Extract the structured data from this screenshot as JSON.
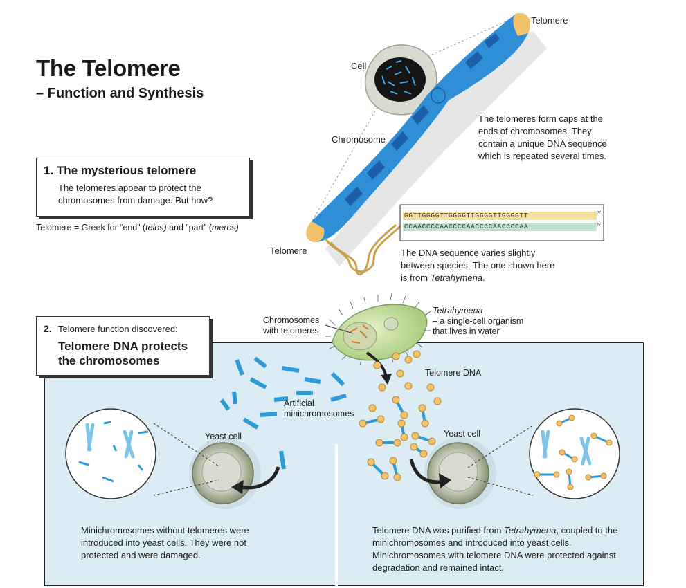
{
  "header": {
    "title": "The Telomere",
    "subtitle": "– Function and Synthesis"
  },
  "section1": {
    "number": "1.",
    "heading": "The mysterious telomere",
    "body": "The telomeres appear to protect the chromosomes from damage. But how?",
    "greek_prefix": "Telomere = Greek for “end” (",
    "greek_telos": "telos)",
    "greek_mid": " and “part” (",
    "greek_meros": "meros)"
  },
  "labels": {
    "cell": "Cell",
    "chromosome": "Chromosome",
    "telomere_top": "Telomere",
    "telomere_bottom": "Telomere",
    "caps_text": "The telomeres form caps at the ends of chromosomes. They contain a unique DNA sequence which is repeated several times.",
    "dna_varies": "The DNA sequence varies slightly between species. The one shown here is from ",
    "dna_species": "Tetrahymena",
    "dna_period": "."
  },
  "dna": {
    "top_strand": "GGTTGGGGTTGGGGTTGGGGTTGGGGTT",
    "bottom_strand": "CCAACCCCAACCCCAACCCCAACCCCAA",
    "top_end": "3'",
    "bottom_end": "5'"
  },
  "section2": {
    "number": "2.",
    "subheading": "Telomere function discovered:",
    "heading_line1": "Telomere DNA protects",
    "heading_line2": "the chromosomes",
    "chromosomes_with_telomeres": "Chromosomes with telomeres",
    "organism_name": "Tetrahymena",
    "organism_desc": "– a single-cell organism that lives in water",
    "telomere_dna": "Telomere DNA",
    "artificial": "Artificial minichromosomes",
    "yeast_left": "Yeast cell",
    "yeast_right": "Yeast cell",
    "caption_left": "Minichromosomes without telomeres were introduced into yeast cells. They were not protected and were damaged.",
    "caption_right_prefix": "Telomere DNA was purified from ",
    "caption_right_species": "Tetrahymena",
    "caption_right_suffix": ", coupled to the minichromosomes and introduced into yeast cells. Minichromosomes with telomere DNA were protected against degradation and remained intact."
  },
  "colors": {
    "chromosome_blue": "#2e8fd6",
    "chromosome_dark": "#1c5fa8",
    "telomere_cap": "#f2c26b",
    "panel_bg": "#dcecf4",
    "dna_top": "#f5dfa0",
    "dna_bottom": "#bfe3cc"
  }
}
